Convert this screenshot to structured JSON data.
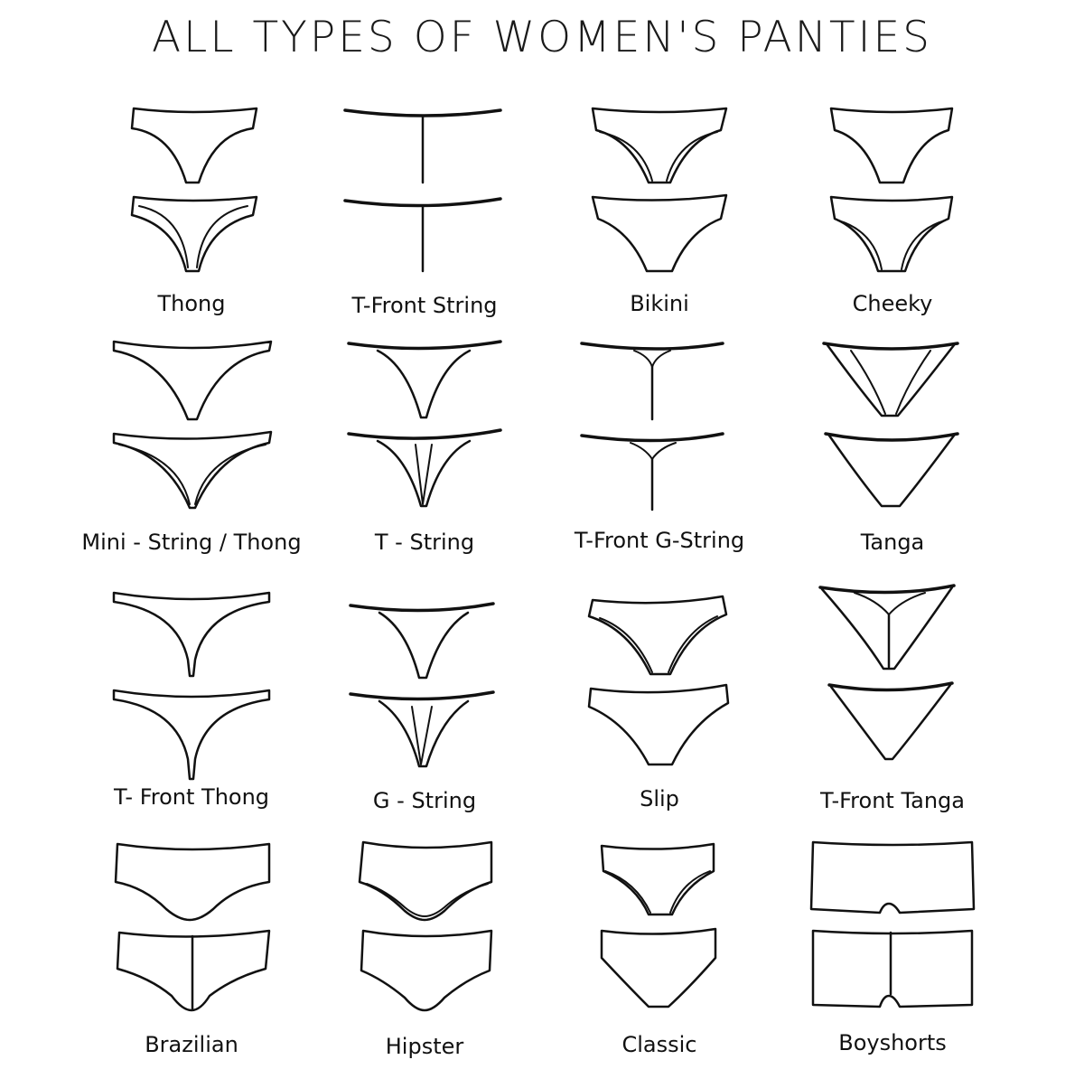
{
  "title": "ALL TYPES OF WOMEN'S PANTIES",
  "types": [
    {
      "label": "Thong"
    },
    {
      "label": "T-Front String"
    },
    {
      "label": "Bikini"
    },
    {
      "label": "Cheeky"
    },
    {
      "label": "Mini - String / Thong"
    },
    {
      "label": "T - String"
    },
    {
      "label": "T-Front  G-String"
    },
    {
      "label": "Tanga"
    },
    {
      "label": "T- Front Thong"
    },
    {
      "label": "G - String"
    },
    {
      "label": "Slip"
    },
    {
      "label": "T-Front Tanga"
    },
    {
      "label": "Brazilian"
    },
    {
      "label": "Hipster"
    },
    {
      "label": "Classic"
    },
    {
      "label": "Boyshorts"
    }
  ]
}
